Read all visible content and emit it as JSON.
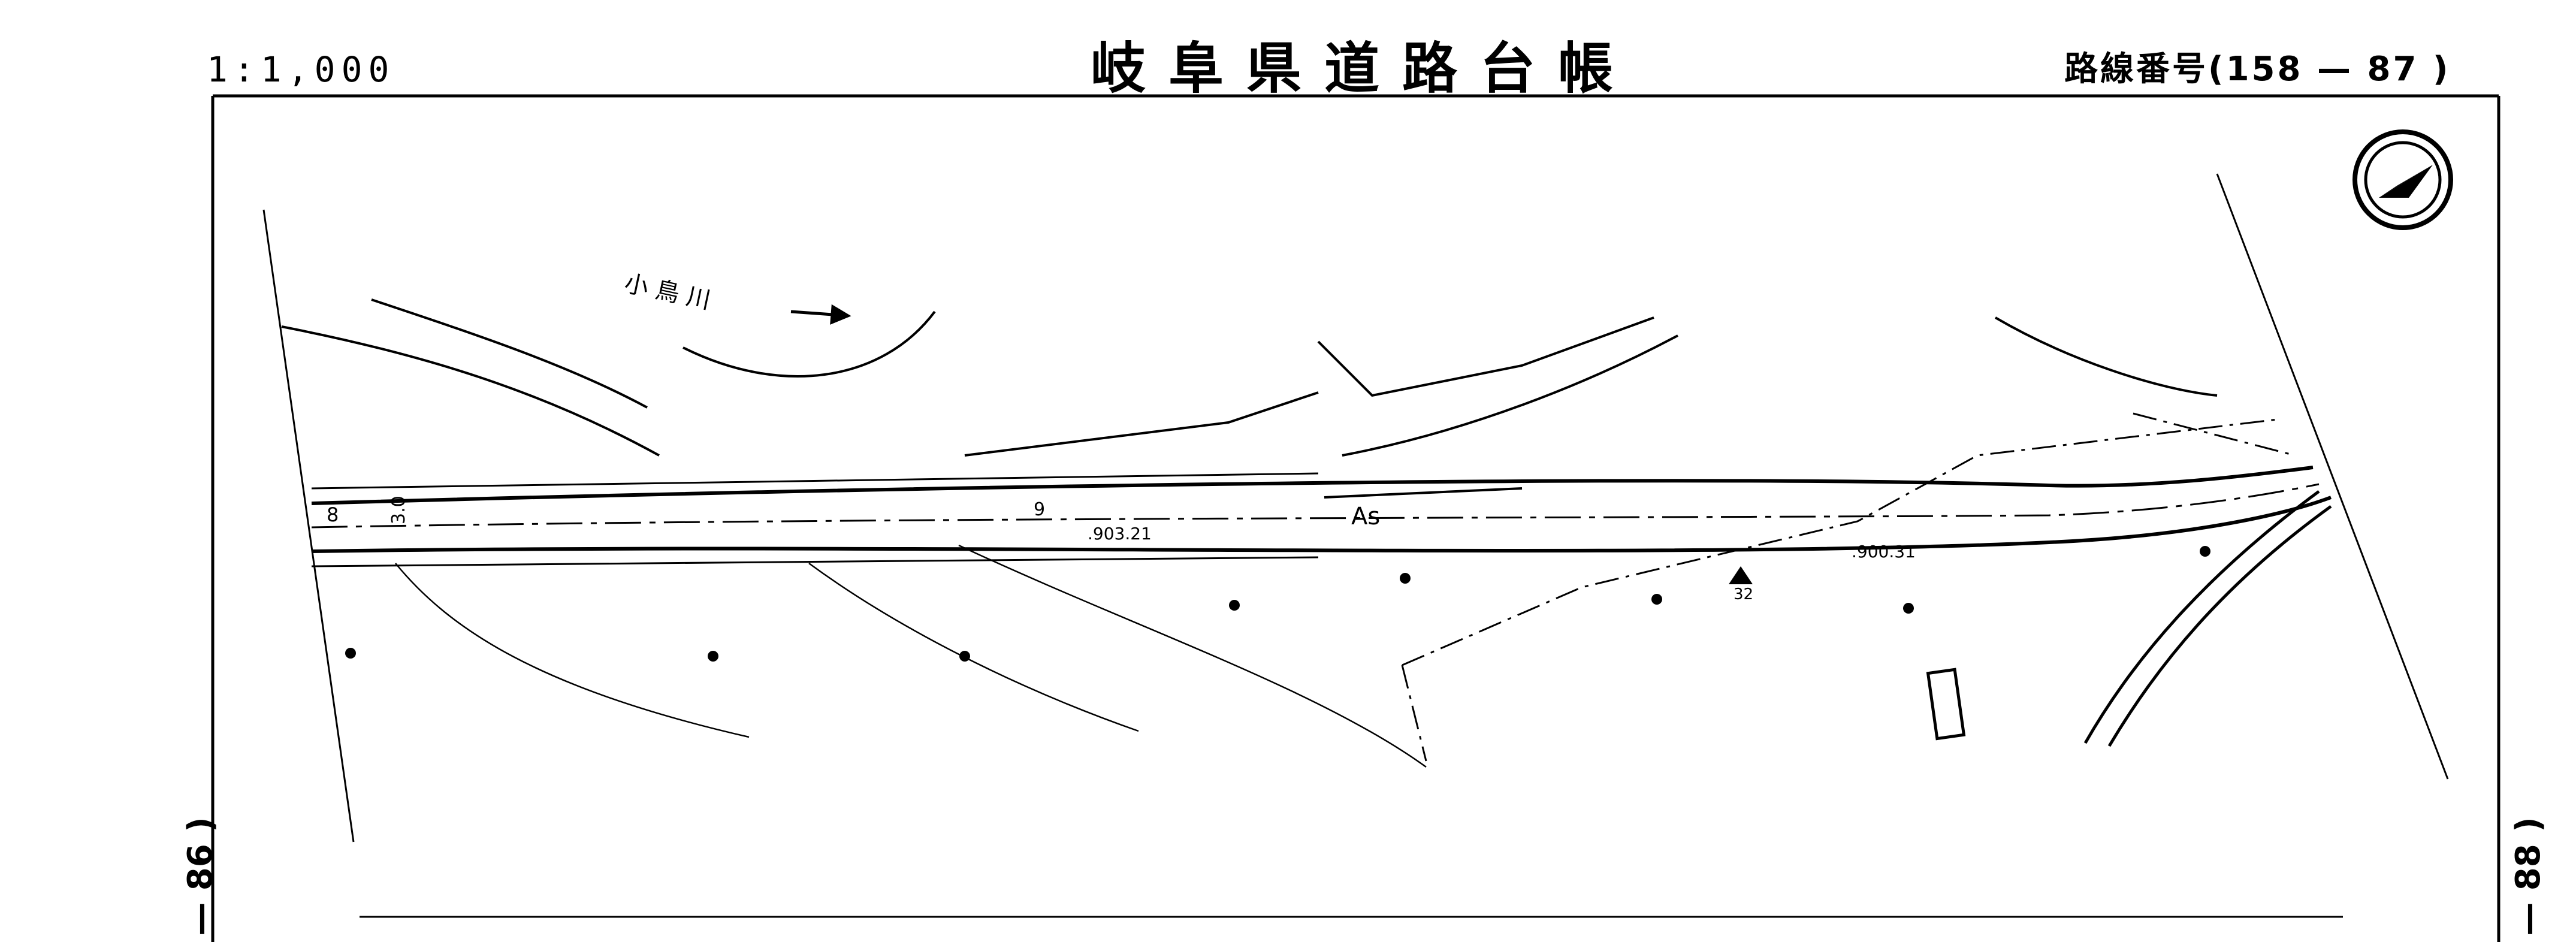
{
  "header": {
    "scale": "1:1,000",
    "title": "岐阜県道路台帳",
    "route_number": "路線番号(158 — 87 )"
  },
  "side_labels": {
    "left": "— 86 )",
    "right": "— 88 )"
  },
  "map": {
    "river_label": "小 鳥 川",
    "surface_label": "As",
    "road_width_label": "8",
    "road_width_label_2": "3.0",
    "lane_label": "9",
    "elevation_1": ".903.21",
    "elevation_2": ".900.31",
    "benchmark_label": "32"
  }
}
